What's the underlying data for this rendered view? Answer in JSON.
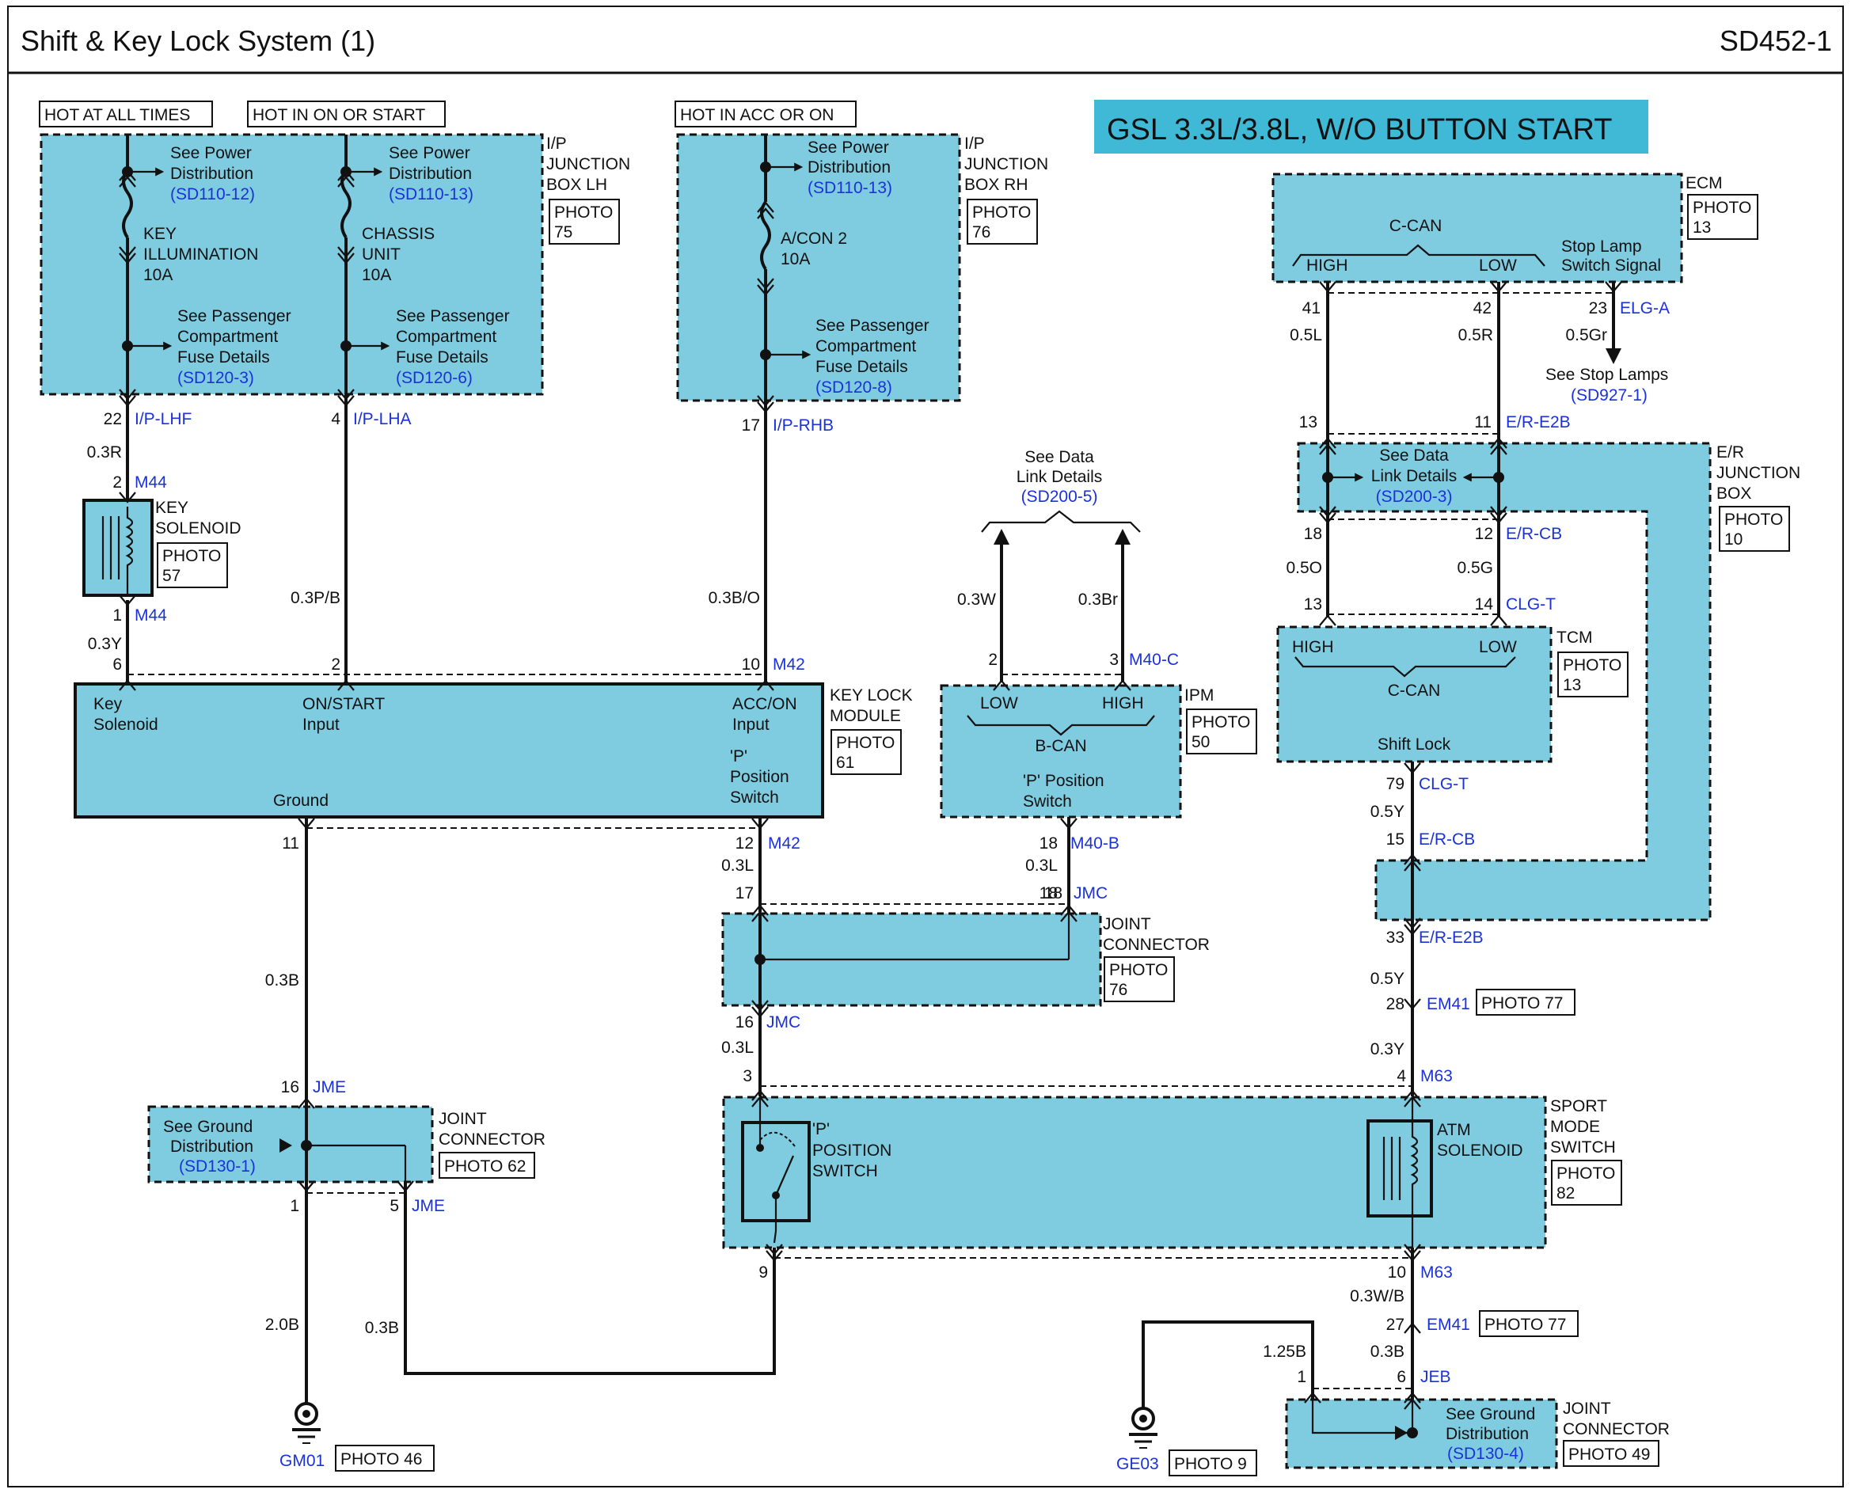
{
  "title": "Shift & Key Lock System (1)",
  "page_code": "SD452-1",
  "variant_banner": "GSL 3.3L/3.8L, W/O BUTTON START",
  "colors": {
    "block_fill": "#7fcce0",
    "banner_fill": "#3fb9d6",
    "ref_text": "#1a32d8",
    "line": "#111111"
  },
  "power": {
    "hot_all": "HOT AT ALL TIMES",
    "hot_on_start": "HOT IN ON OR START",
    "hot_acc_on": "HOT IN ACC OR ON"
  },
  "words": {
    "see_power": "See Power",
    "distribution": "Distribution",
    "see_passenger": "See Passenger",
    "compartment": "Compartment",
    "fuse_details": "Fuse Details",
    "see_data": "See Data",
    "link_details": "Link Details",
    "see_ground": "See Ground",
    "photo": "PHOTO",
    "joint": "JOINT",
    "connector": "CONNECTOR",
    "junction": "JUNCTION"
  },
  "refs": {
    "sd110_12": "(SD110-12)",
    "sd110_13a": "(SD110-13)",
    "sd110_13b": "(SD110-13)",
    "sd120_3": "(SD120-3)",
    "sd120_6": "(SD120-6)",
    "sd120_8": "(SD120-8)",
    "sd200_5": "(SD200-5)",
    "sd200_3": "(SD200-3)",
    "sd927_1": "(SD927-1)",
    "sd130_1": "(SD130-1)",
    "sd130_4": "(SD130-4)"
  },
  "boxes": {
    "ip_lh": [
      "I/P",
      "JUNCTION",
      "BOX LH"
    ],
    "ip_lh_photo": "75",
    "ip_rh": [
      "I/P",
      "JUNCTION",
      "BOX RH"
    ],
    "ip_rh_photo": "76",
    "ecm": "ECM",
    "ecm_photo": "13",
    "er": [
      "E/R",
      "JUNCTION",
      "BOX"
    ],
    "er_photo": "10",
    "tcm": "TCM",
    "tcm_photo": "13",
    "ipm": "IPM",
    "ipm_photo": "50",
    "klm": [
      "KEY LOCK",
      "MODULE"
    ],
    "klm_photo": "61",
    "jc76_photo": "76",
    "jc62": "PHOTO 62",
    "jc49": "PHOTO 49",
    "sport": [
      "SPORT",
      "MODE",
      "SWITCH"
    ],
    "sport_photo": "82"
  },
  "fuses": {
    "key": [
      "KEY",
      "ILLUMINATION",
      "10A"
    ],
    "chassis": [
      "CHASSIS",
      "UNIT",
      "10A"
    ],
    "acon": [
      "A/CON 2",
      "10A"
    ]
  },
  "components": {
    "key_sol": [
      "KEY",
      "SOLENOID"
    ],
    "key_sol_photo": "57",
    "klm_key": [
      "Key",
      "Solenoid"
    ],
    "klm_on": [
      "ON/START",
      "Input"
    ],
    "klm_acc": [
      "ACC/ON",
      "Input"
    ],
    "klm_p": [
      "'P'",
      "Position",
      "Switch"
    ],
    "klm_gnd": "Ground",
    "ccan": "C-CAN",
    "bcan": "B-CAN",
    "high": "HIGH",
    "low": "LOW",
    "stop_sig": [
      "Stop Lamp",
      "Switch Signal"
    ],
    "see_stop": "See Stop Lamps",
    "shift_lock": "Shift Lock",
    "ipm_p": [
      "'P' Position",
      "Switch"
    ],
    "p_switch": [
      "'P'",
      "POSITION",
      "SWITCH"
    ],
    "atm": [
      "ATM",
      "SOLENOID"
    ]
  },
  "connectors": {
    "iplhf": "I/P-LHF",
    "iplha": "I/P-LHA",
    "iprhb": "I/P-RHB",
    "m44": "M44",
    "m42": "M42",
    "m40c": "M40-C",
    "m40b": "M40-B",
    "jmc": "JMC",
    "jme": "JME",
    "elga": "ELG-A",
    "ere2b": "E/R-E2B",
    "ercb": "E/R-CB",
    "clgt": "CLG-T",
    "em41": "EM41",
    "m63": "M63",
    "jeb": "JEB"
  },
  "pins": [
    "22",
    "4",
    "17",
    "2",
    "1",
    "6",
    "2",
    "10",
    "11",
    "12",
    "17",
    "18",
    "16",
    "16",
    "1",
    "5",
    "3",
    "9",
    "41",
    "42",
    "23",
    "13",
    "11",
    "18",
    "12",
    "13",
    "14",
    "79",
    "15",
    "33",
    "28",
    "4",
    "10",
    "27",
    "1",
    "6",
    "2",
    "3",
    "18",
    "18"
  ],
  "wires": {
    "r03r": "0.3R",
    "y03y": "0.3Y",
    "pb03": "0.3P/B",
    "bo03": "0.3B/O",
    "w03": "0.3W",
    "br03": "0.3Br",
    "l03": "0.3L",
    "b03": "0.3B",
    "b20": "2.0B",
    "l05": "0.5L",
    "r05": "0.5R",
    "gr05": "0.5Gr",
    "o05": "0.5O",
    "g05": "0.5G",
    "y05": "0.5Y",
    "wb03": "0.3W/B",
    "b125": "1.25B"
  },
  "grounds": {
    "gm01": "GM01",
    "gm01_photo": "PHOTO 46",
    "ge03": "GE03",
    "ge03_photo": "PHOTO 9"
  },
  "photo77": "PHOTO 77"
}
